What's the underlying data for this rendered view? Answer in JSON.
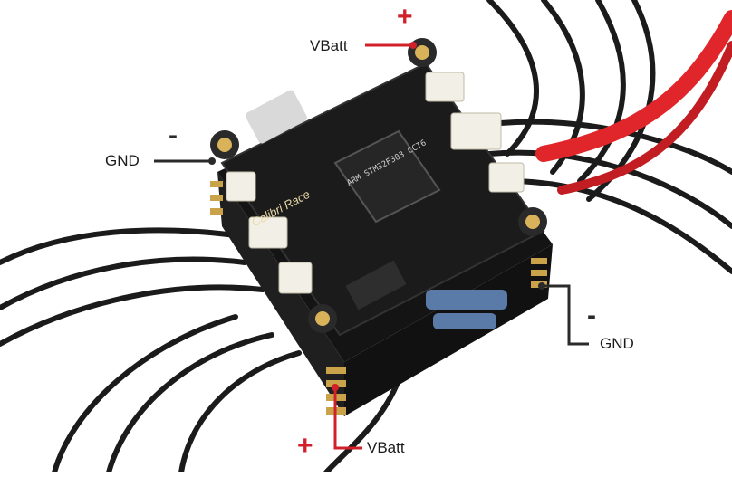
{
  "labels": {
    "vbatt_top": "VBatt",
    "vbatt_bottom": "VBatt",
    "gnd_left": "GND",
    "gnd_right": "GND",
    "plus_top": "+",
    "plus_bottom": "+",
    "minus_left": "-",
    "minus_right": "-"
  },
  "board": {
    "chip_marking": "ARM STM32F303 CCT6",
    "brand": "Calibri Race"
  },
  "colors": {
    "positive": "#d0202a",
    "negative": "#2a2a2a",
    "pcb": "#1b1b1b",
    "gold": "#c9a24a",
    "wire": "#1a1a1a",
    "red_wire": "#e0262a"
  }
}
